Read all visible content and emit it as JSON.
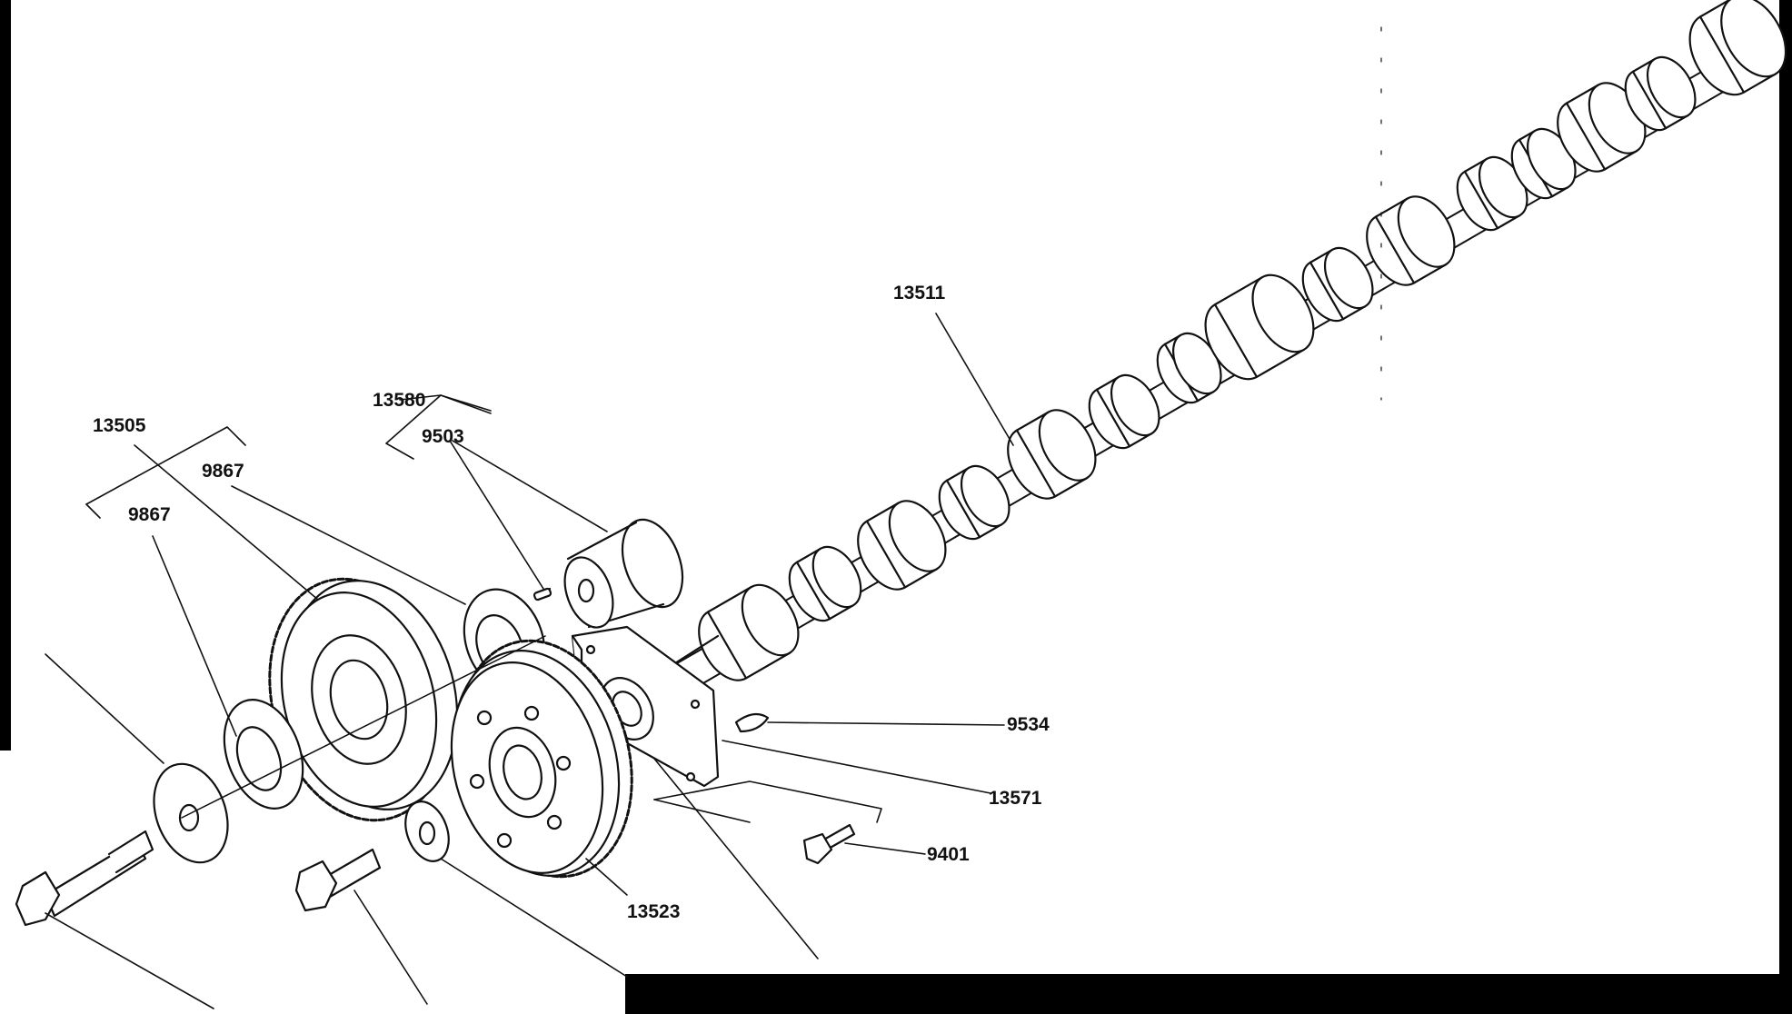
{
  "diagram": {
    "colors": {
      "ink": "#111111",
      "paper": "#ffffff",
      "fill_dark": "#000000"
    },
    "callouts": [
      {
        "id": "13511",
        "text": "13511"
      },
      {
        "id": "13580",
        "text": "13580"
      },
      {
        "id": "9503",
        "text": "9503"
      },
      {
        "id": "13505",
        "text": "13505"
      },
      {
        "id": "9867a",
        "text": "9867"
      },
      {
        "id": "9867b",
        "text": "9867"
      },
      {
        "id": "9534",
        "text": "9534"
      },
      {
        "id": "13571",
        "text": "13571"
      },
      {
        "id": "9401",
        "text": "9401"
      },
      {
        "id": "13523",
        "text": "13523"
      }
    ]
  }
}
